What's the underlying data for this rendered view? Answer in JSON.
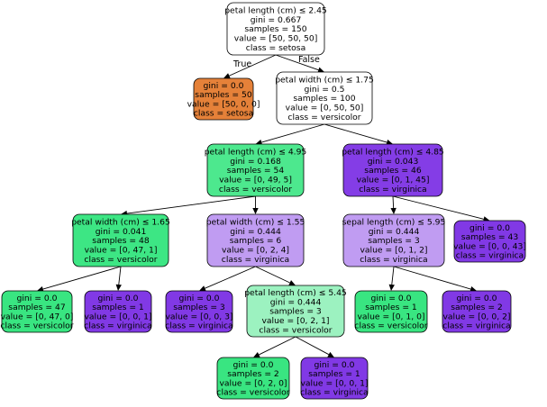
{
  "tree": {
    "nodes": [
      {
        "id": "n0",
        "fill": "#ffffff",
        "lines": [
          "petal length (cm) ≤ 2.45",
          "gini = 0.667",
          "samples = 150",
          "value = [50, 50, 50]",
          "class = setosa"
        ]
      },
      {
        "id": "n1",
        "fill": "#e58139",
        "lines": [
          "gini = 0.0",
          "samples = 50",
          "value = [50, 0, 0]",
          "class = setosa"
        ]
      },
      {
        "id": "n2",
        "fill": "#ffffff",
        "lines": [
          "petal width (cm) ≤ 1.75",
          "gini = 0.5",
          "samples = 100",
          "value = [0, 50, 50]",
          "class = versicolor"
        ]
      },
      {
        "id": "n3",
        "fill": "#4de88e",
        "lines": [
          "petal length (cm) ≤ 4.95",
          "gini = 0.168",
          "samples = 54",
          "value = [0, 49, 5]",
          "class = versicolor"
        ]
      },
      {
        "id": "n4",
        "fill": "#843de6",
        "lines": [
          "petal length (cm) ≤ 4.85",
          "gini = 0.043",
          "samples = 46",
          "value = [0, 1, 45]",
          "class = virginica"
        ]
      },
      {
        "id": "n5",
        "fill": "#3de684",
        "lines": [
          "petal width (cm) ≤ 1.65",
          "gini = 0.041",
          "samples = 48",
          "value = [0, 47, 1]",
          "class = versicolor"
        ]
      },
      {
        "id": "n6",
        "fill": "#c09cf2",
        "lines": [
          "petal width (cm) ≤ 1.55",
          "gini = 0.444",
          "samples = 6",
          "value = [0, 2, 4]",
          "class = virginica"
        ]
      },
      {
        "id": "n7",
        "fill": "#c09cf2",
        "lines": [
          "sepal length (cm) ≤ 5.95",
          "gini = 0.444",
          "samples = 3",
          "value = [0, 1, 2]",
          "class = virginica"
        ]
      },
      {
        "id": "n8",
        "fill": "#8139e5",
        "lines": [
          "gini = 0.0",
          "samples = 43",
          "value = [0, 0, 43]",
          "class = virginica"
        ]
      },
      {
        "id": "n9",
        "fill": "#39e581",
        "lines": [
          "gini = 0.0",
          "samples = 47",
          "value = [0, 47, 0]",
          "class = versicolor"
        ]
      },
      {
        "id": "n10",
        "fill": "#8139e5",
        "lines": [
          "gini = 0.0",
          "samples = 1",
          "value = [0, 0, 1]",
          "class = virginica"
        ]
      },
      {
        "id": "n11",
        "fill": "#8139e5",
        "lines": [
          "gini = 0.0",
          "samples = 3",
          "value = [0, 0, 3]",
          "class = virginica"
        ]
      },
      {
        "id": "n12",
        "fill": "#9cf2c0",
        "lines": [
          "petal length (cm) ≤ 5.45",
          "gini = 0.444",
          "samples = 3",
          "value = [0, 2, 1]",
          "class = versicolor"
        ]
      },
      {
        "id": "n13",
        "fill": "#39e581",
        "lines": [
          "gini = 0.0",
          "samples = 1",
          "value = [0, 1, 0]",
          "class = versicolor"
        ]
      },
      {
        "id": "n14",
        "fill": "#8139e5",
        "lines": [
          "gini = 0.0",
          "samples = 2",
          "value = [0, 0, 2]",
          "class = virginica"
        ]
      },
      {
        "id": "n15",
        "fill": "#39e581",
        "lines": [
          "gini = 0.0",
          "samples = 2",
          "value = [0, 2, 0]",
          "class = versicolor"
        ]
      },
      {
        "id": "n16",
        "fill": "#8139e5",
        "lines": [
          "gini = 0.0",
          "samples = 1",
          "value = [0, 0, 1]",
          "class = virginica"
        ]
      }
    ],
    "edges": [
      {
        "from": "n0",
        "to": "n1",
        "label": "True"
      },
      {
        "from": "n0",
        "to": "n2",
        "label": "False"
      },
      {
        "from": "n2",
        "to": "n3",
        "label": ""
      },
      {
        "from": "n2",
        "to": "n4",
        "label": ""
      },
      {
        "from": "n3",
        "to": "n5",
        "label": ""
      },
      {
        "from": "n3",
        "to": "n6",
        "label": ""
      },
      {
        "from": "n4",
        "to": "n7",
        "label": ""
      },
      {
        "from": "n4",
        "to": "n8",
        "label": ""
      },
      {
        "from": "n5",
        "to": "n9",
        "label": ""
      },
      {
        "from": "n5",
        "to": "n10",
        "label": ""
      },
      {
        "from": "n6",
        "to": "n11",
        "label": ""
      },
      {
        "from": "n6",
        "to": "n12",
        "label": ""
      },
      {
        "from": "n7",
        "to": "n13",
        "label": ""
      },
      {
        "from": "n7",
        "to": "n14",
        "label": ""
      },
      {
        "from": "n12",
        "to": "n15",
        "label": ""
      },
      {
        "from": "n12",
        "to": "n16",
        "label": ""
      }
    ]
  }
}
